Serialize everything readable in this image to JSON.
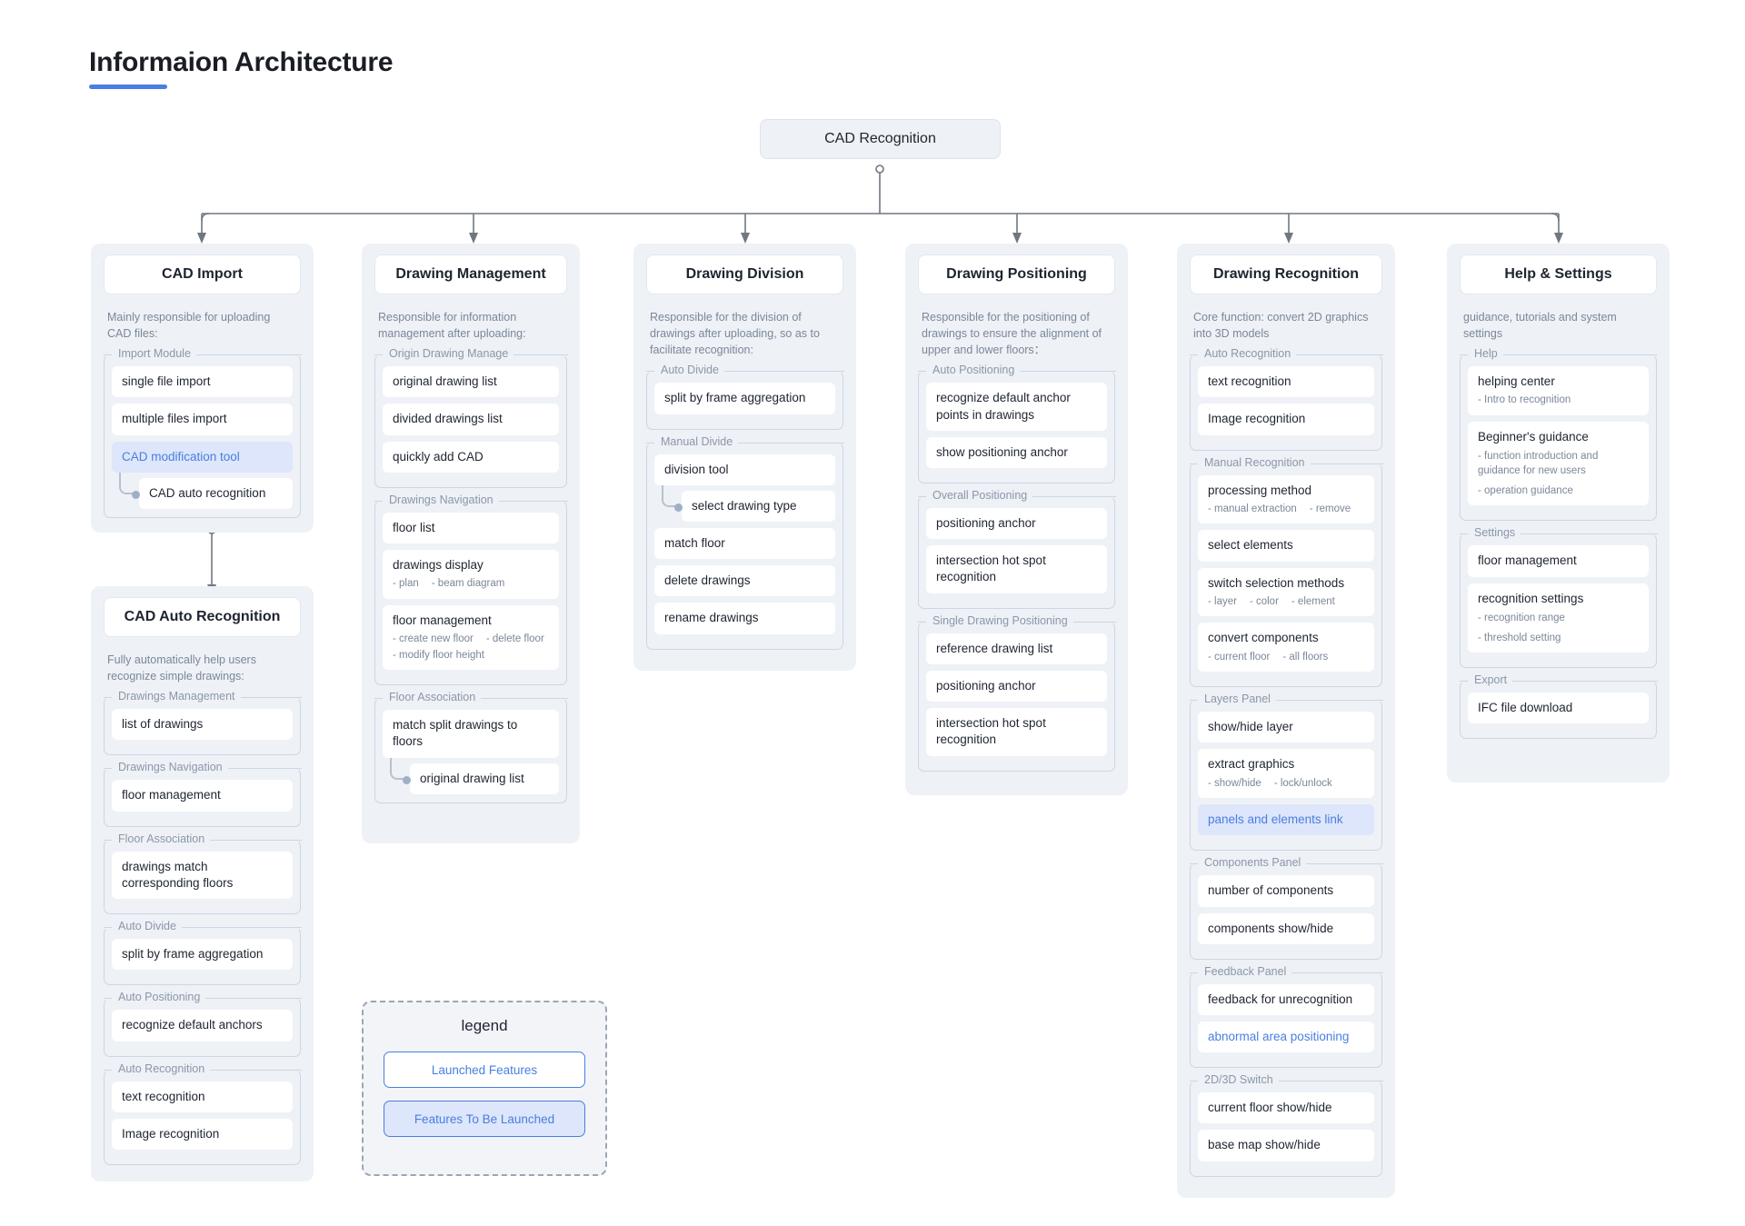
{
  "page": {
    "title": "Informaion Architecture"
  },
  "root": {
    "label": "CAD Recognition"
  },
  "legend": {
    "title": "legend",
    "launched": "Launched Features",
    "tobe": "Features To Be Launched"
  },
  "columns": [
    {
      "id": "cad-import",
      "title": "CAD Import",
      "desc": "Mainly responsible for uploading CAD files:",
      "groups": [
        {
          "label": "Import Module",
          "items": [
            {
              "label": "single file import"
            },
            {
              "label": "multiple files import"
            },
            {
              "label": "CAD modification tool",
              "style": "highlight"
            }
          ],
          "child": {
            "label": "CAD auto recognition"
          }
        }
      ]
    },
    {
      "id": "cad-auto-recognition",
      "title": "CAD Auto Recognition",
      "desc": "Fully automatically help users recognize simple drawings:",
      "groups": [
        {
          "label": "Drawings Management",
          "items": [
            {
              "label": "list of drawings"
            }
          ]
        },
        {
          "label": "Drawings Navigation",
          "items": [
            {
              "label": "floor management"
            }
          ]
        },
        {
          "label": "Floor Association",
          "items": [
            {
              "label": "drawings match corresponding floors"
            }
          ]
        },
        {
          "label": "Auto Divide",
          "items": [
            {
              "label": "split by frame aggregation"
            }
          ]
        },
        {
          "label": "Auto Positioning",
          "items": [
            {
              "label": "recognize default anchors"
            }
          ]
        },
        {
          "label": "Auto Recognition",
          "items": [
            {
              "label": "text recognition"
            },
            {
              "label": "Image recognition"
            }
          ]
        }
      ]
    },
    {
      "id": "drawing-management",
      "title": "Drawing Management",
      "desc": "Responsible for information management after uploading:",
      "groups": [
        {
          "label": "Origin Drawing Manage",
          "items": [
            {
              "label": "original drawing list"
            },
            {
              "label": "divided drawings list"
            },
            {
              "label": "quickly add CAD"
            }
          ]
        },
        {
          "label": "Drawings Navigation",
          "items": [
            {
              "label": "floor list"
            },
            {
              "label": "drawings display",
              "subs": [
                "- plan",
                "- beam diagram"
              ]
            },
            {
              "label": "floor management",
              "subs": [
                "- create new floor",
                "- delete floor",
                "- modify floor height"
              ]
            }
          ]
        },
        {
          "label": "Floor Association",
          "items": [
            {
              "label": "match split drawings to floors"
            }
          ],
          "child": {
            "label": "original drawing list"
          }
        }
      ]
    },
    {
      "id": "drawing-division",
      "title": "Drawing Division",
      "desc": "Responsible for the division of drawings after uploading, so as to facilitate recognition:",
      "groups": [
        {
          "label": "Auto Divide",
          "items": [
            {
              "label": "split by frame aggregation"
            }
          ]
        },
        {
          "label": "Manual Divide",
          "items": [
            {
              "label": "division tool"
            }
          ],
          "child": {
            "label": "select drawing type"
          },
          "after_child_items": [
            {
              "label": "match floor"
            },
            {
              "label": "delete drawings"
            },
            {
              "label": "rename drawings"
            }
          ]
        }
      ]
    },
    {
      "id": "drawing-positioning",
      "title": "Drawing Positioning",
      "desc": "Responsible for the positioning of drawings to ensure the alignment of upper and lower floors：",
      "groups": [
        {
          "label": "Auto Positioning",
          "items": [
            {
              "label": "recognize default anchor points in drawings"
            },
            {
              "label": "show positioning anchor"
            }
          ]
        },
        {
          "label": "Overall Positioning",
          "items": [
            {
              "label": "positioning anchor"
            },
            {
              "label": "intersection hot spot recognition"
            }
          ]
        },
        {
          "label": "Single Drawing Positioning",
          "items": [
            {
              "label": "reference drawing list"
            },
            {
              "label": "positioning anchor"
            },
            {
              "label": "intersection hot spot recognition"
            }
          ]
        }
      ]
    },
    {
      "id": "drawing-recognition",
      "title": "Drawing Recognition",
      "desc": "Core function: convert 2D graphics into 3D models",
      "groups": [
        {
          "label": "Auto Recognition",
          "items": [
            {
              "label": "text recognition"
            },
            {
              "label": "Image recognition"
            }
          ]
        },
        {
          "label": "Manual Recognition",
          "items": [
            {
              "label": "processing method",
              "subs": [
                "- manual extraction",
                "- remove"
              ]
            },
            {
              "label": "select elements"
            },
            {
              "label": "switch selection methods",
              "subs": [
                "- layer",
                "- color",
                "- element"
              ]
            },
            {
              "label": "convert components",
              "subs": [
                "- current floor",
                "- all floors"
              ]
            }
          ]
        },
        {
          "label": "Layers Panel",
          "items": [
            {
              "label": "show/hide layer"
            },
            {
              "label": "extract graphics",
              "subs": [
                "- show/hide",
                "- lock/unlock"
              ]
            },
            {
              "label": "panels and elements link",
              "style": "highlight"
            }
          ]
        },
        {
          "label": "Components Panel",
          "items": [
            {
              "label": "number of components"
            },
            {
              "label": "components show/hide"
            }
          ]
        },
        {
          "label": "Feedback Panel",
          "items": [
            {
              "label": "feedback for unrecognition"
            },
            {
              "label": "abnormal area positioning",
              "style": "highlight-plain"
            }
          ]
        },
        {
          "label": "2D/3D Switch",
          "items": [
            {
              "label": "current floor show/hide"
            },
            {
              "label": "base map show/hide"
            }
          ]
        }
      ]
    },
    {
      "id": "help-settings",
      "title": "Help & Settings",
      "desc": "guidance, tutorials and system settings",
      "groups": [
        {
          "label": "Help",
          "items": [
            {
              "label": "helping center",
              "subs": [
                "- Intro to recognition"
              ]
            },
            {
              "label": "Beginner's guidance",
              "subs_stacked": [
                "- function introduction and guidance for new users",
                "- operation guidance"
              ]
            }
          ]
        },
        {
          "label": "Settings",
          "items": [
            {
              "label": "floor management"
            },
            {
              "label": "recognition settings",
              "subs_stacked": [
                "- recognition range",
                "- threshold setting"
              ]
            }
          ]
        },
        {
          "label": "Export",
          "items": [
            {
              "label": "IFC file download"
            }
          ]
        }
      ]
    }
  ]
}
